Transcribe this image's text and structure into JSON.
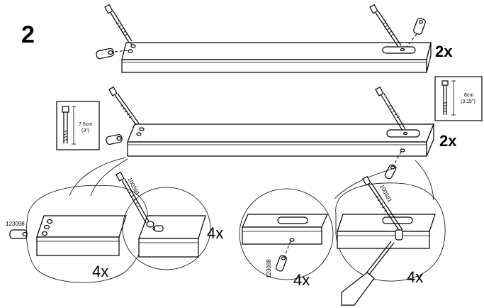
{
  "step_number": "2",
  "rail_top": {
    "quantity": "2x"
  },
  "rail_middle": {
    "quantity": "2x"
  },
  "screw_long": {
    "length_cm": "7.5cm",
    "length_in": "(3\")"
  },
  "screw_short": {
    "length_cm": "8cm",
    "length_in": "(3.15\")"
  },
  "detail_left": {
    "part_number": "123098",
    "quantity": "4x"
  },
  "detail_left_screw": {
    "part_number": "100391",
    "quantity": "4x"
  },
  "detail_right_nut": {
    "part_number": "123098",
    "quantity": "4x"
  },
  "detail_right_screw": {
    "part_number": "100391",
    "quantity": "4x"
  }
}
